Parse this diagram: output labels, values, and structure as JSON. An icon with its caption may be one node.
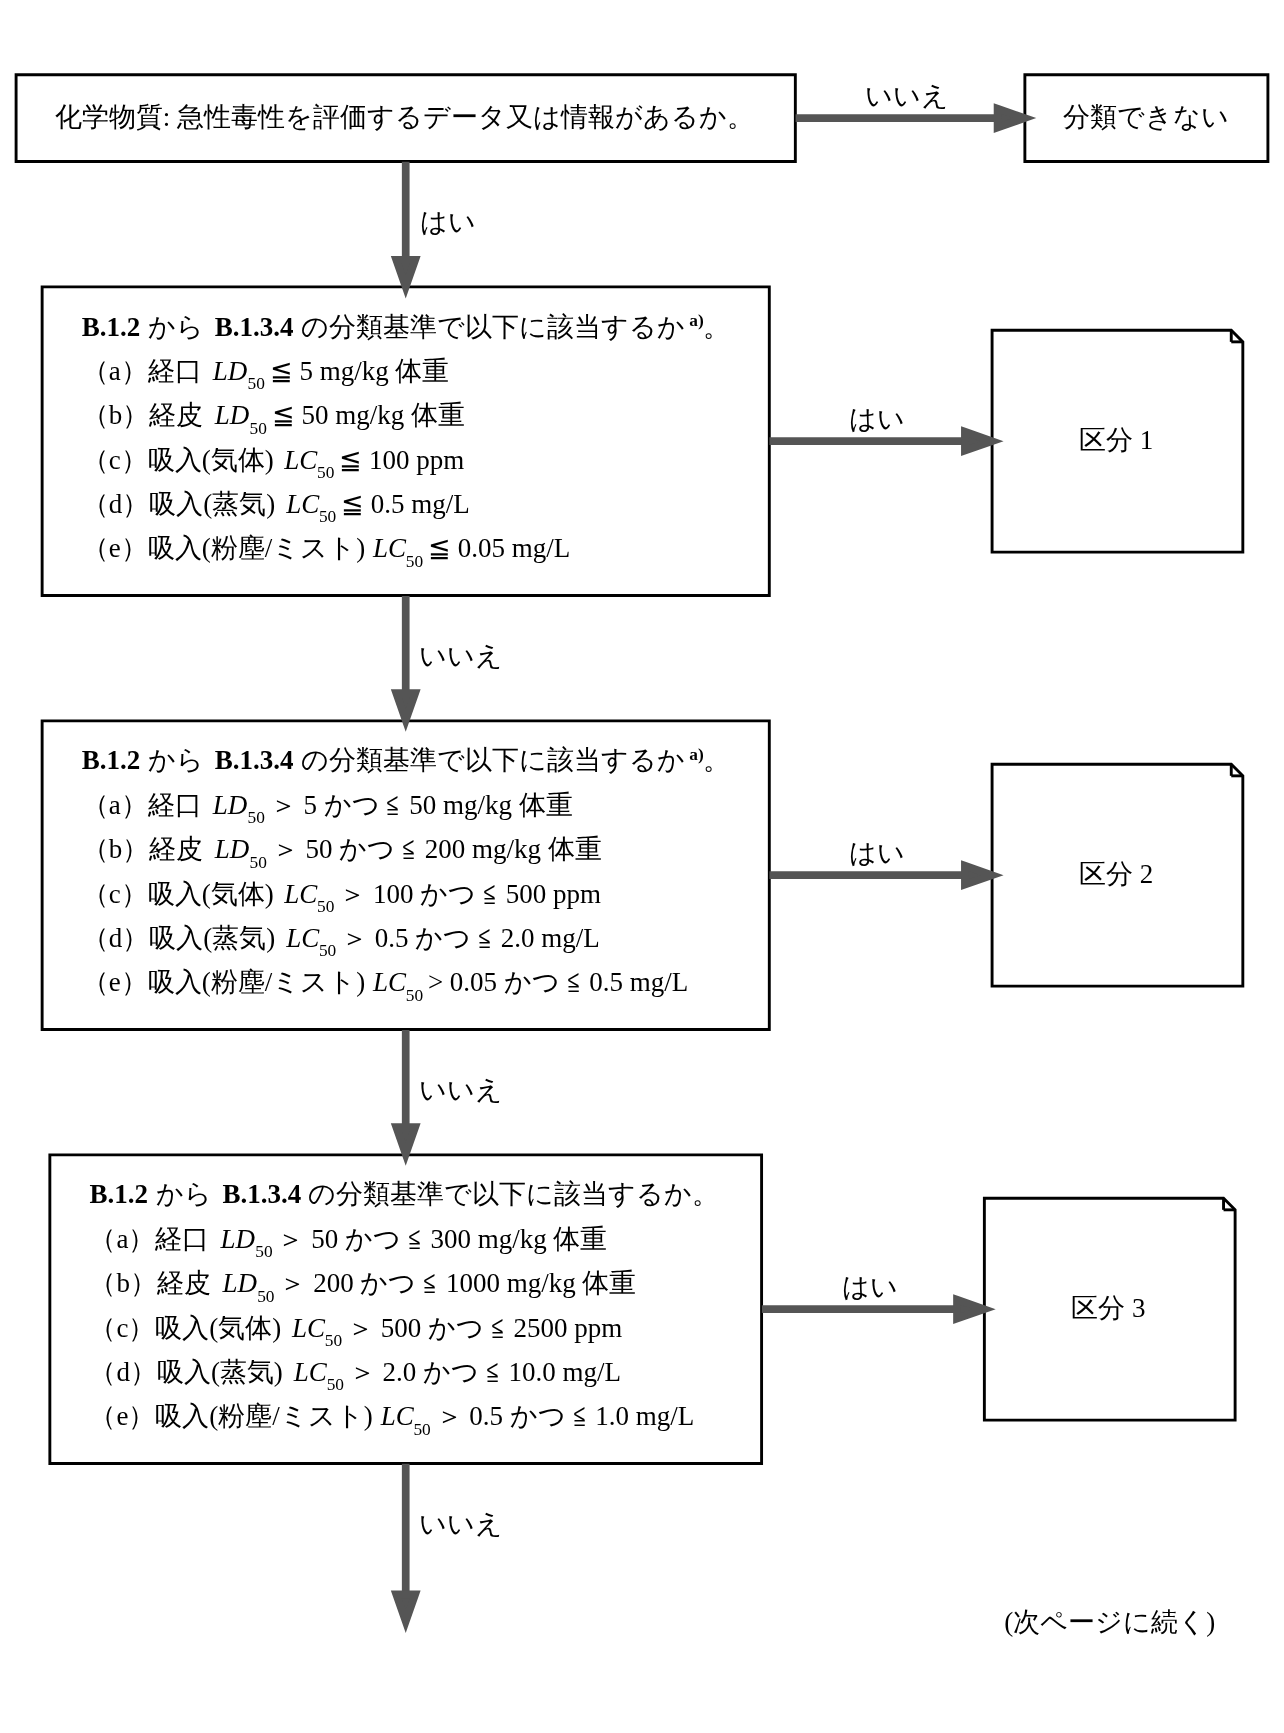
{
  "diagram": {
    "nodes": [
      {
        "text": [
          "化学物質: 急性毒性を評価するデータ又は情報があるか。"
        ]
      },
      {
        "text": [
          "分類できない"
        ]
      },
      {
        "text": [
          "**B.1.2** から **B.1.3.4** の分類基準で以下に該当するか$^{a)}$。",
          "（a）経口 *LD*$_{50}$ ≦ 5 mg/kg 体重",
          "（b）経皮 *LD*$_{50}$ ≦ 50 mg/kg 体重",
          "（c）吸入(気体) *LC*$_{50}$ ≦ 100 ppm",
          "（d）吸入(蒸気) *LC*$_{50}$ ≦ 0.5 mg/L",
          "（e）吸入(粉塵/ミスト) *LC*$_{50}$ ≦ 0.05 mg/L"
        ]
      },
      {
        "text": [
          "区分 1"
        ]
      },
      {
        "text": [
          "**B.1.2** から **B.1.3.4** の分類基準で以下に該当するか$^{a)}$。",
          "（a）経口 *LD*$_{50}$ ＞ 5 かつ ≦ 50 mg/kg 体重",
          "（b）経皮 *LD*$_{50}$ ＞ 50 かつ ≦ 200 mg/kg 体重",
          "（c）吸入(気体) *LC*$_{50}$ ＞ 100 かつ ≦ 500 ppm",
          "（d）吸入(蒸気) *LC*$_{50}$ ＞ 0.5 かつ ≦ 2.0 mg/L",
          "（e）吸入(粉塵/ミスト) *LC*$_{50}$ > 0.05 かつ ≦ 0.5 mg/L"
        ]
      },
      {
        "text": [
          "区分 2"
        ]
      },
      {
        "text": [
          "**B.1.2** から **B.1.3.4** の分類基準で以下に該当するか。",
          "（a）経口 *LD*$_{50}$ ＞ 50 かつ ≦ 300 mg/kg 体重",
          "（b）経皮 *LD*$_{50}$ ＞ 200 かつ ≦ 1000 mg/kg 体重",
          "（c）吸入(気体) *LC*$_{50}$ ＞ 500 かつ ≦ 2500 ppm",
          "（d）吸入(蒸気) *LC*$_{50}$ ＞ 2.0 かつ ≦ 10.0 mg/L",
          "（e）吸入(粉塵/ミスト) *LC*$_{50}$ ＞ 0.5 かつ ≦ 1.0 mg/L"
        ]
      },
      {
        "text": [
          "区分 3"
        ]
      }
    ],
    "edges": [
      {
        "from": 0,
        "to": 1,
        "label": "いいえ",
        "arrow": "to"
      },
      {
        "from": 0,
        "to": 2,
        "label": "はい",
        "arrow": "to"
      },
      {
        "from": 2,
        "to": 3,
        "label": "はい",
        "arrow": "to"
      },
      {
        "from": 2,
        "to": 4,
        "label": "いいえ",
        "arrow": "to"
      },
      {
        "from": 4,
        "to": 5,
        "label": "はい",
        "arrow": "to"
      },
      {
        "from": 4,
        "to": 6,
        "label": "いいえ",
        "arrow": "to"
      },
      {
        "from": 6,
        "to": 7,
        "label": "はい",
        "arrow": "to"
      },
      {
        "from": 6,
        "to": null,
        "label": "いいえ",
        "arrow": "to"
      }
    ],
    "labels": [
      "(次ページに続く)"
    ]
  }
}
